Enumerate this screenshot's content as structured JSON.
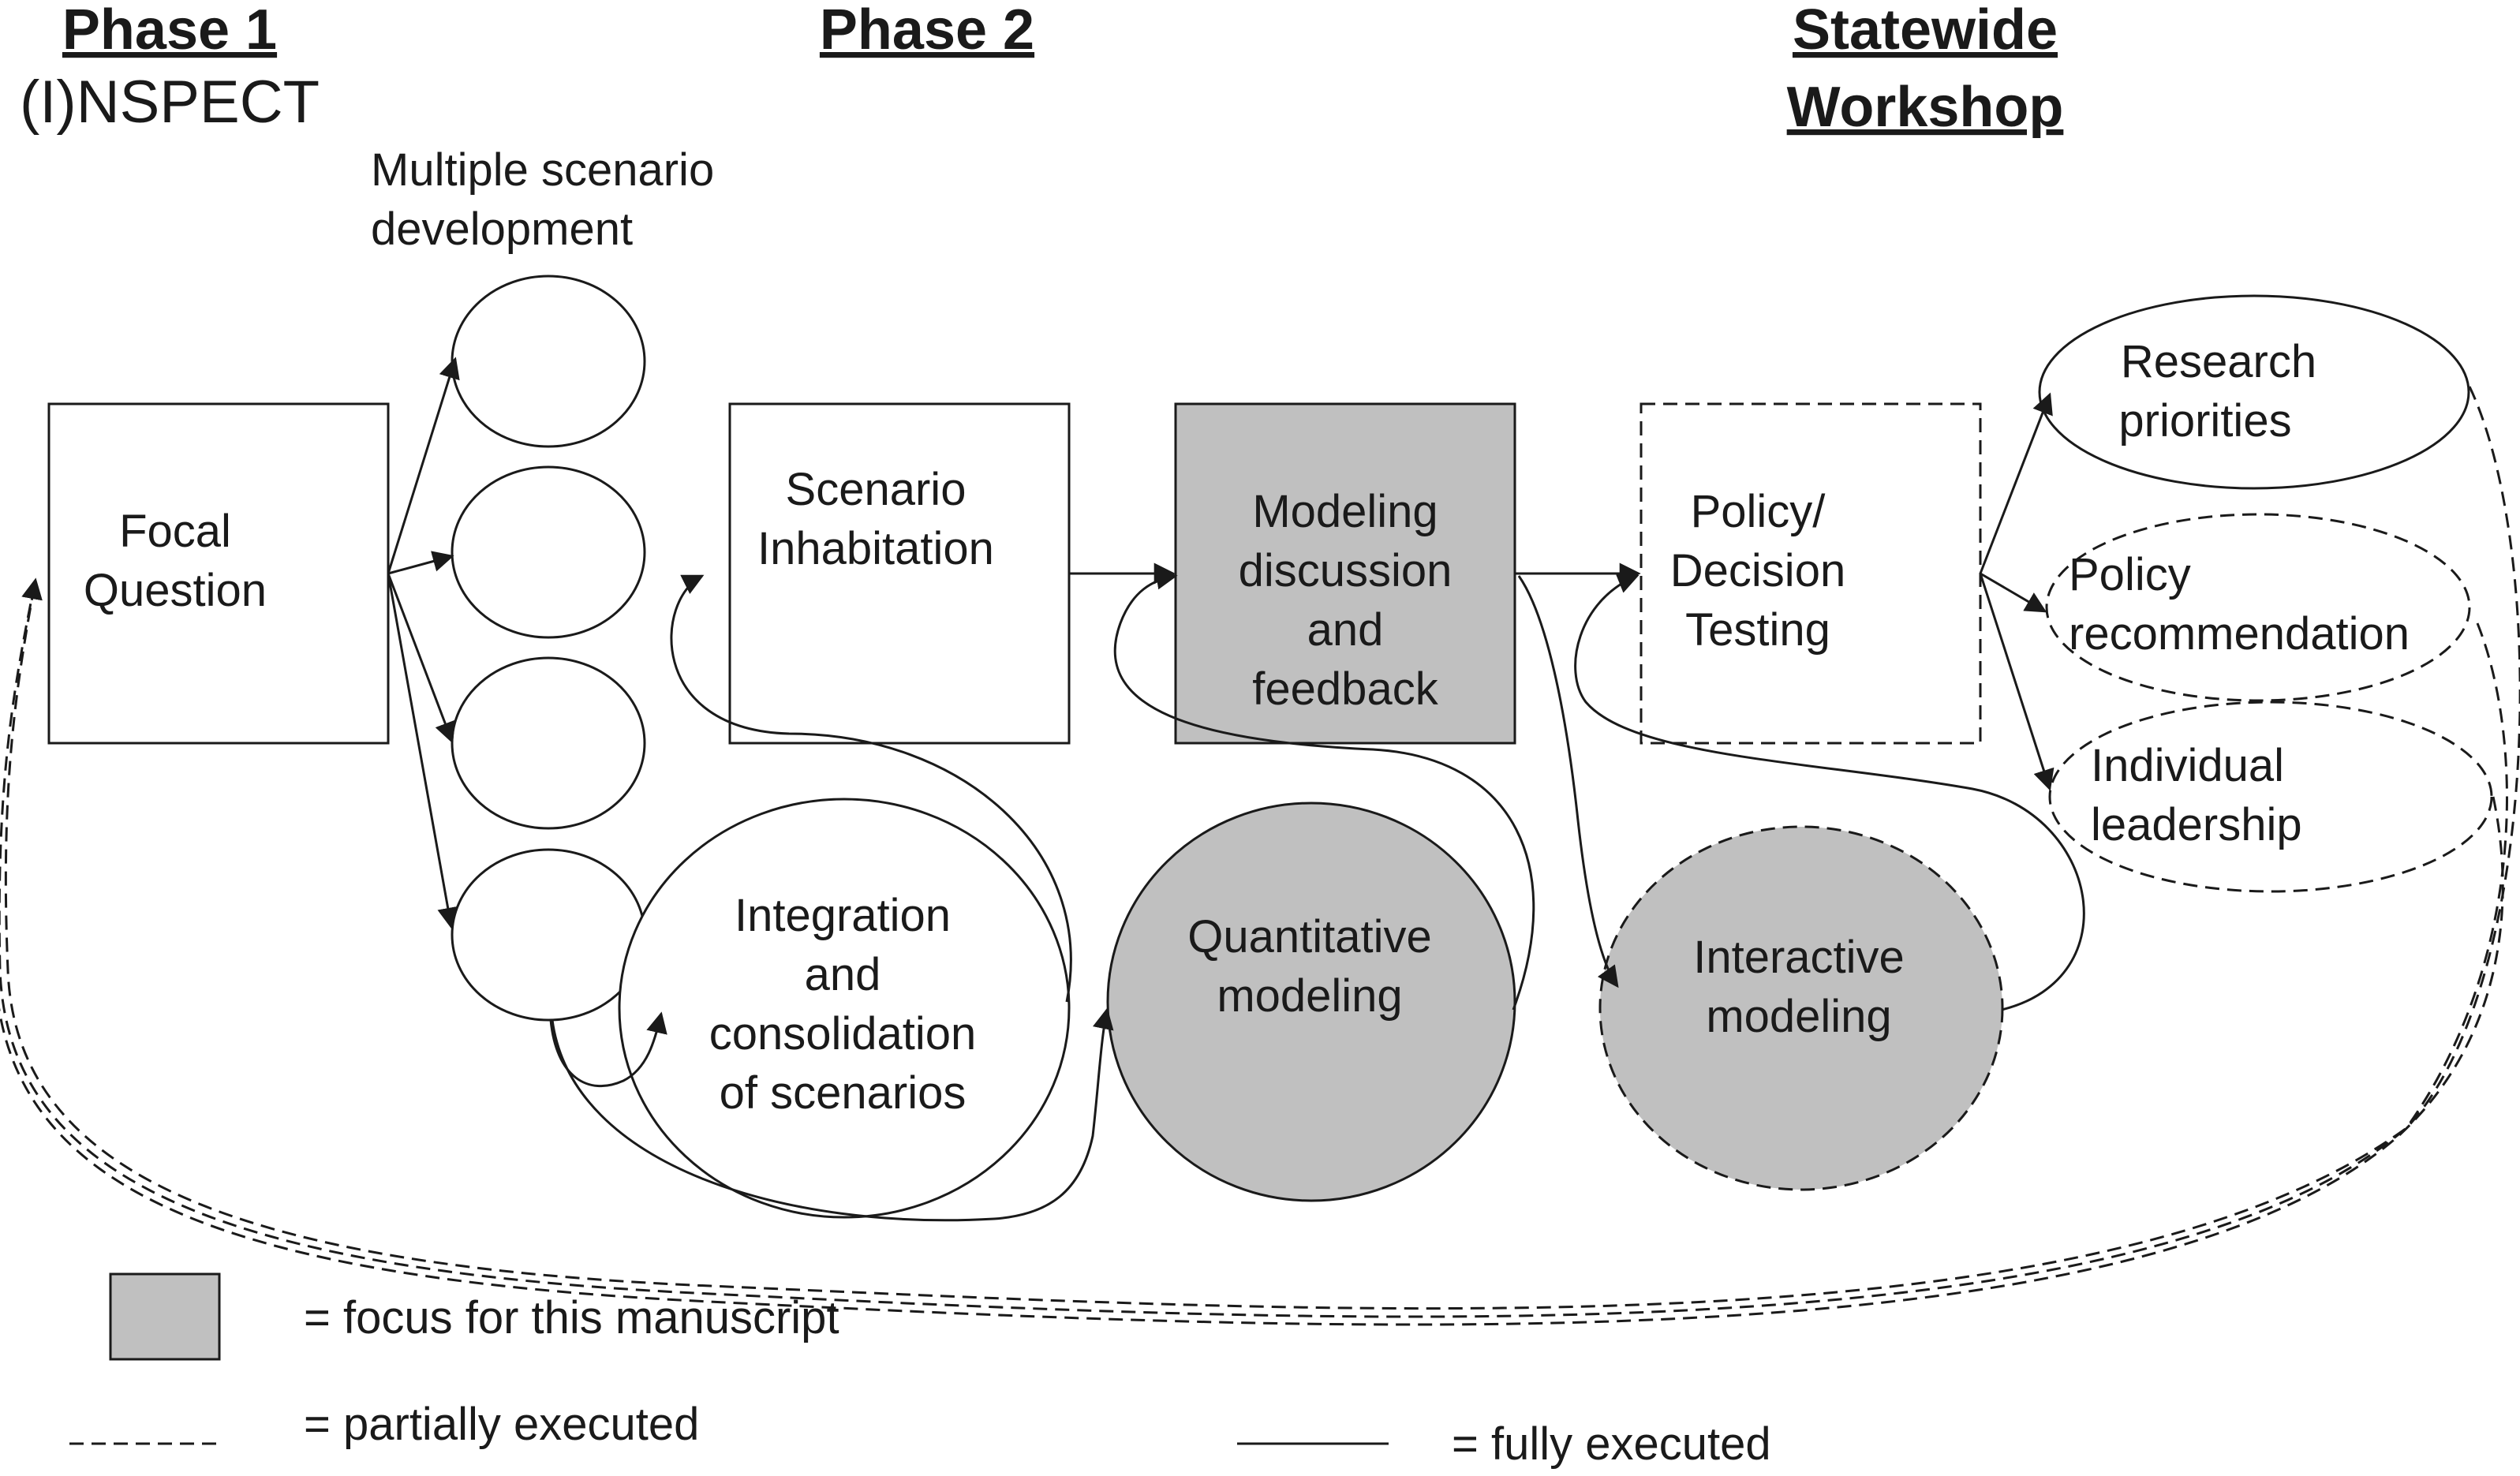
{
  "headings": {
    "phase1": "Phase 1",
    "phase1_sub": "(I)NSPECT",
    "phase2": "Phase 2",
    "workshop_line1": "Statewide",
    "workshop_line2": "Workshop"
  },
  "nodes": {
    "multiple_scenario": [
      "Multiple scenario",
      "development"
    ],
    "focal_question": [
      "Focal",
      "Question"
    ],
    "scenario_inhabitation": [
      "Scenario",
      "Inhabitation"
    ],
    "modeling_discussion": [
      "Modeling",
      "discussion",
      "and",
      "feedback"
    ],
    "policy_testing": [
      "Policy/",
      "Decision",
      "Testing"
    ],
    "integration": [
      "Integration",
      "and",
      "consolidation",
      "of scenarios"
    ],
    "quantitative": [
      "Quantitative",
      "modeling"
    ],
    "interactive": [
      "Interactive",
      "modeling"
    ],
    "research_priorities": [
      "Research",
      "priorities"
    ],
    "policy_recommendation": [
      "Policy",
      "recommendation"
    ],
    "individual_leadership": [
      "Individual",
      "leadership"
    ]
  },
  "legend": {
    "focus": "= focus for this manuscript",
    "partial": "= partially executed",
    "full": "= fully executed"
  },
  "colors": {
    "focus_fill": "#c0c0c0",
    "stroke": "#1a1a1a"
  }
}
